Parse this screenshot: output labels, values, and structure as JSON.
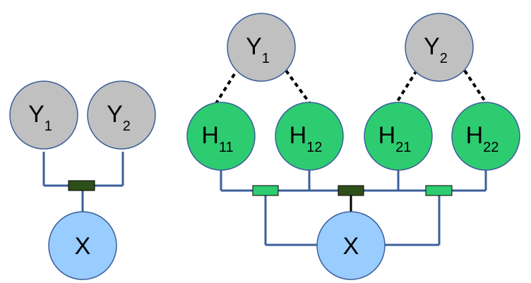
{
  "colors": {
    "outcome_fill": "#c0c0c0",
    "hidden_fill": "#2ecc71",
    "input_fill": "#99ccff",
    "node_stroke": "#3b5f9a",
    "edge_color": "#3b5f9a",
    "factor_dark": "#2f4f1a",
    "factor_light": "#2ecc71",
    "dashed_edge": "#000000"
  },
  "left_model": {
    "y1": {
      "main": "Y",
      "sub": "1"
    },
    "y2": {
      "main": "Y",
      "sub": "2"
    },
    "x": {
      "main": "X",
      "sub": ""
    }
  },
  "right_model": {
    "y1": {
      "main": "Y",
      "sub": "1"
    },
    "y2": {
      "main": "Y",
      "sub": "2"
    },
    "h11": {
      "main": "H",
      "sub": "11"
    },
    "h12": {
      "main": "H",
      "sub": "12"
    },
    "h21": {
      "main": "H",
      "sub": "21"
    },
    "h22": {
      "main": "H",
      "sub": "22"
    },
    "x": {
      "main": "X",
      "sub": ""
    }
  }
}
